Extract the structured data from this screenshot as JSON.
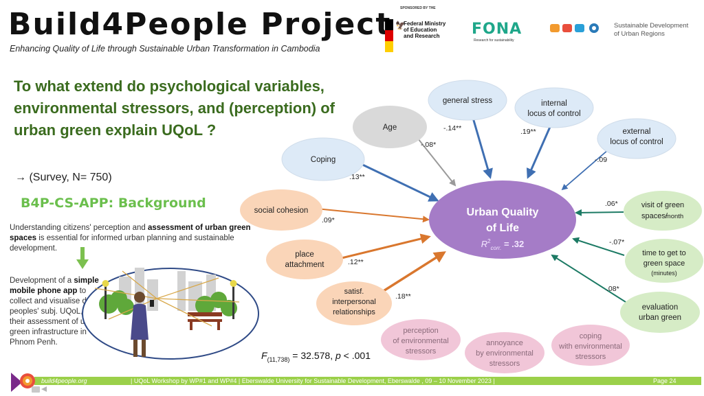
{
  "header": {
    "title": "Build4People Project",
    "subtitle": "Enhancing Quality of Life through Sustainable Urban Transformation in Cambodia",
    "sponsor_label": "SPONSORED BY THE",
    "bmbf": "Federal Ministry\nof Education\nand Research",
    "fona": "FONA",
    "fona_tagline": "Research for sustainability",
    "sure_name": "Sustainable Development\nof Urban Regions"
  },
  "left": {
    "question": "To what extend do psychological variables, environmental stressors, and (perception) of urban green explain UQoL ?",
    "survey": "→ (Survey, N= 750)",
    "app_heading": "B4P-CS-APP: Background",
    "understanding_1": "Understanding citizens' perception and ",
    "understanding_b": "assessment of urban green spaces",
    "understanding_2": " is essential for informed urban planning and sustainable development.",
    "dev_1": "Development of a ",
    "dev_b": "simple mobile phone app",
    "dev_2": " to collect and visualise data on peoples' subj. UQoL, and their assessment of urban green infrastructure in Phnom Penh."
  },
  "diagram": {
    "center_label_1": "Urban Quality",
    "center_label_2": "of Life",
    "r2_text": "R²corr. = .32",
    "r2_main": "R",
    "r2_sup": "2",
    "r2_sub": "corr.",
    "r2_value": " = .32",
    "nodes": {
      "general_stress": "general stress",
      "internal_locus_1": "internal",
      "internal_locus_2": "locus of control",
      "age": "Age",
      "external_locus_1": "external",
      "external_locus_2": "locus of control",
      "coping": "Coping",
      "social_cohesion": "social cohesion",
      "place_attachment_1": "place",
      "place_attachment_2": "attachment",
      "satisf_1": "satisf.",
      "satisf_2": "interpersonal",
      "satisf_3": "relationships",
      "visit_1": "visit of green",
      "visit_2": "spaces/",
      "visit_month": "month",
      "time_1": "time to get to",
      "time_2": "green space",
      "time_3": "(minutes)",
      "eval_1": "evaluation",
      "eval_2": "urban green",
      "perc_1": "perception",
      "perc_2": "of environmental",
      "perc_3": "stressors",
      "annoy_1": "annoyance",
      "annoy_2": "by environmental",
      "annoy_3": "stressors",
      "coping_env_1": "coping",
      "coping_env_2": "with environmental",
      "coping_env_3": "stressors"
    },
    "coefficients": {
      "general_stress": "-.14**",
      "internal_locus": ".19**",
      "age": "-.08*",
      "external_locus": "-.09",
      "coping": ".13**",
      "social_cohesion": ".09*",
      "place_attachment": ".12**",
      "satisf": ".18**",
      "visit": ".06*",
      "time": "-.07*",
      "eval": ".08*"
    },
    "colors": {
      "center": "#a57cc7",
      "psych_blue": "#ddeaf7",
      "arrow_blue": "#3f6fb2",
      "age_grey": "#d9d9d9",
      "social_orange": "#fad5b8",
      "arrow_orange": "#d9772e",
      "green_node": "#d6ecc6",
      "arrow_teal": "#1c7a64",
      "pink_node": "#f1c6d8"
    }
  },
  "formula": {
    "f": "F",
    "df": "(11,738)",
    "rest_1": " = 32.578, ",
    "p": "p",
    "rest_2": " < .001"
  },
  "footer": {
    "site": "build4people.org",
    "info": "| UQoL Workshop by WP#1 and WP#4 | Eberswalde University for Sustainable Development, Eberswalde , 09 – 10 November 2023 |",
    "page": "Page 24"
  }
}
